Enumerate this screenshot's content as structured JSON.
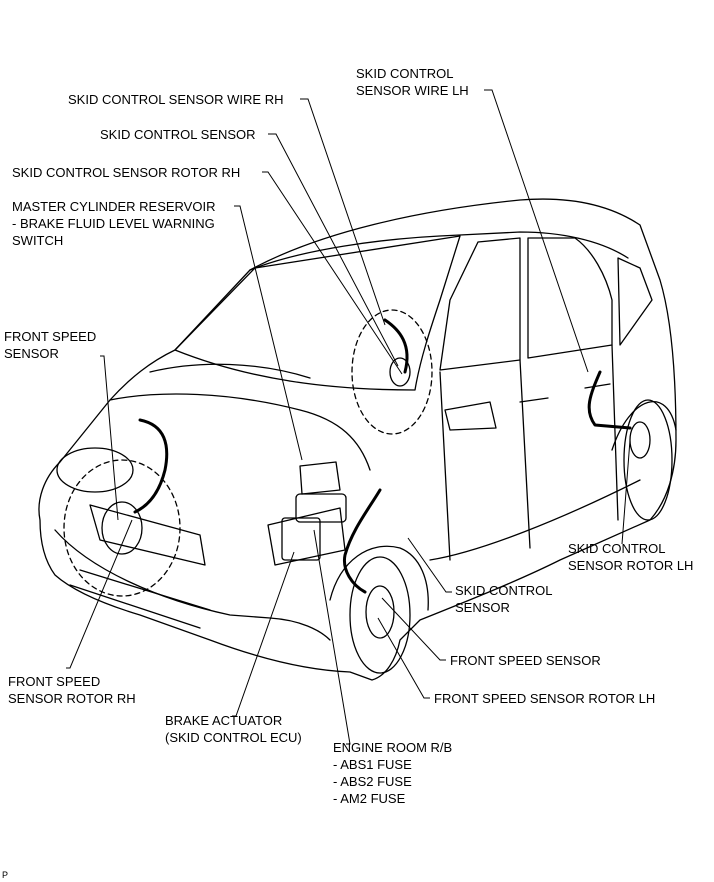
{
  "labels": {
    "skid_sensor_wire_rh": [
      "SKID CONTROL SENSOR WIRE RH"
    ],
    "skid_sensor_wire_lh": [
      "SKID CONTROL",
      "SENSOR WIRE LH"
    ],
    "skid_sensor_top": [
      "SKID CONTROL SENSOR"
    ],
    "skid_rotor_rh": [
      "SKID CONTROL SENSOR ROTOR RH"
    ],
    "master_cylinder": [
      "MASTER CYLINDER RESERVOIR",
      "- BRAKE FLUID LEVEL WARNING",
      "SWITCH"
    ],
    "front_speed_sensor_left": [
      "FRONT SPEED",
      "SENSOR"
    ],
    "skid_rotor_lh": [
      "SKID CONTROL",
      "SENSOR ROTOR LH"
    ],
    "skid_sensor_bottom": [
      "SKID CONTROL",
      "SENSOR"
    ],
    "front_speed_sensor_right": [
      "FRONT SPEED SENSOR"
    ],
    "front_speed_rotor_lh": [
      "FRONT SPEED SENSOR ROTOR LH"
    ],
    "front_speed_rotor_rh": [
      "FRONT SPEED",
      "SENSOR ROTOR RH"
    ],
    "brake_actuator": [
      "BRAKE ACTUATOR",
      "(SKID CONTROL ECU)"
    ],
    "engine_room_rb": [
      "ENGINE ROOM R/B",
      "- ABS1 FUSE",
      "- ABS2 FUSE",
      "- AM2 FUSE"
    ]
  },
  "corner_mark": "P"
}
